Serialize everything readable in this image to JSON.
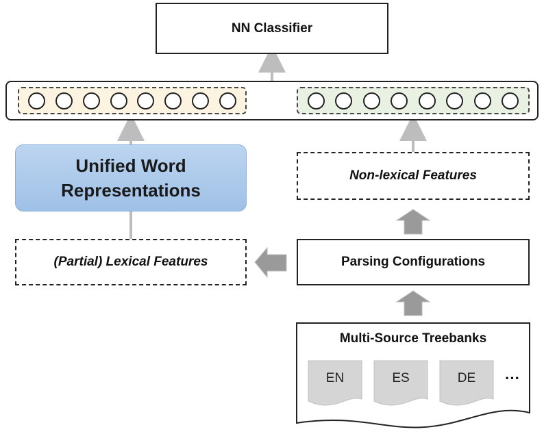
{
  "nodes": {
    "nn_classifier": "NN Classifier",
    "unified_word_representations": [
      "Unified Word",
      "Representations"
    ],
    "non_lexical_features": "Non-lexical Features",
    "partial_lexical_features": "(Partial) Lexical Features",
    "parsing_configurations": "Parsing Configurations",
    "multi_source_treebanks": "Multi-Source Treebanks"
  },
  "treebank_languages": [
    "EN",
    "ES",
    "DE"
  ],
  "treebank_more": "···",
  "neuron_groups": {
    "lexical_count": 8,
    "non_lexical_count": 8
  },
  "colors": {
    "lexical_group_fill": "#fcf3e0",
    "non_lexical_group_fill": "#e8f1e2",
    "unified_box_fill": "#a9c8ea",
    "arrow_gray": "#9a9a9a",
    "light_arrow": "#bdbdbd"
  }
}
